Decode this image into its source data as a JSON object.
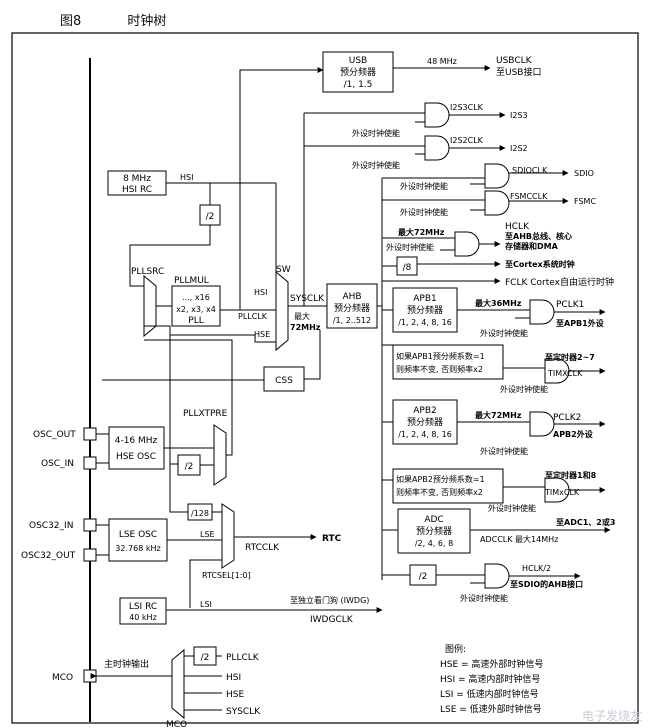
{
  "header": {
    "figure_label": "图8",
    "title": "时钟树"
  },
  "blocks": {
    "usb": {
      "line1": "USB",
      "line2": "预分频器",
      "line3": "/1, 1.5"
    },
    "usb_freq": "48 MHz",
    "usbclk": {
      "line1": "USBCLK",
      "line2": "至USB接口"
    },
    "i2s3clk": "I2S3CLK",
    "i2s3": "I2S3",
    "i2s2clk": "I2S2CLK",
    "i2s2": "I2S2",
    "periph_en": "外设时钟使能",
    "sdioclk": "SDIOCLK",
    "sdio": "SDIO",
    "fsmcclk": "FSMCCLK",
    "fsmc": "FSMC",
    "hclk": {
      "line1": "HCLK",
      "line2": "至AHB总线、核心",
      "line3": "存储器和DMA"
    },
    "max72": "最大72MHz",
    "div8": "/8",
    "cortex_clk": "至Cortex系统时钟",
    "fclk": "FCLK Cortex自由运行时钟",
    "hsi_rc": {
      "line1": "8 MHz",
      "line2": "HSI RC"
    },
    "hsi": "HSI",
    "div2": "/2",
    "pllsrc": "PLLSRC",
    "pllmul": "PLLMUL",
    "pll": {
      "line1": "..., x16",
      "line2": "x2, x3, x4",
      "line3": "PLL"
    },
    "pllclk": "PLLCLK",
    "hse": "HSE",
    "sw": "SW",
    "sysclk": "SYSCLK",
    "sys_max": {
      "line1": "最大",
      "line2": "72MHz"
    },
    "ahb": {
      "line1": "AHB",
      "line2": "预分频器",
      "line3": "/1, 2..512"
    },
    "apb1": {
      "line1": "APB1",
      "line2": "预分频器",
      "line3": "/1, 2, 4, 8, 16"
    },
    "max36": "最大36MHz",
    "pclk1": {
      "line1": "PCLK1",
      "line2": "至APB1外设"
    },
    "apb1_timer": {
      "line1": "如果APB1预分频系数=1",
      "line2": "则频率不变, 否则频率x2"
    },
    "timx": {
      "line1": "至定时器2~7",
      "line2": "TIMXCLK"
    },
    "css": "CSS",
    "apb2": {
      "line1": "APB2",
      "line2": "预分频器",
      "line3": "/1, 2, 4, 8, 16"
    },
    "pclk2": {
      "line1": "PCLK2",
      "line2": "APB2外设"
    },
    "apb2_timer": {
      "line1": "如果APB2预分频系数=1",
      "line2": "则频率不变, 否则频率x2"
    },
    "tim18": {
      "line1": "至定时器1和8",
      "line2": "TIMxCLK"
    },
    "adc": {
      "line1": "ADC",
      "line2": "预分频器",
      "line3": "/2, 4, 6, 8"
    },
    "adc_out": {
      "line1": "至ADC1、2或3",
      "line2": "ADCCLK  最大14MHz"
    },
    "hclk2": {
      "line1": "HCLK/2",
      "line2": "至SDIO的AHB接口"
    },
    "osc_out": "OSC_OUT",
    "osc_in": "OSC_IN",
    "hse_osc": {
      "line1": "4-16 MHz",
      "line2": "HSE OSC"
    },
    "pllxtpre": "PLLXTPRE",
    "div128": "/128",
    "osc32_in": "OSC32_IN",
    "osc32_out": "OSC32_OUT",
    "lse_osc": {
      "line1": "LSE OSC",
      "line2": "32.768 kHz"
    },
    "lse": "LSE",
    "rtcclk": "RTCCLK",
    "rtc": "RTC",
    "rtcsel": "RTCSEL[1:0]",
    "lsi_rc": {
      "line1": "LSI RC",
      "line2": "40 kHz"
    },
    "lsi": "LSI",
    "iwdg": {
      "line1": "至独立看门狗  (IWDG)",
      "line2": "IWDGCLK"
    },
    "mco_out": "主时钟输出",
    "mco_pin": "MCO",
    "mco_sel": "MCO",
    "mco_inputs": [
      "PLLCLK",
      "HSI",
      "HSE",
      "SYSCLK"
    ]
  },
  "legend": {
    "title": "图例:",
    "items": [
      "HSE = 高速外部时钟信号",
      "HSI = 高速内部时钟信号",
      "LSI = 低速内部时钟信号",
      "LSE = 低速外部时钟信号"
    ]
  },
  "watermark": "电子发烧友"
}
